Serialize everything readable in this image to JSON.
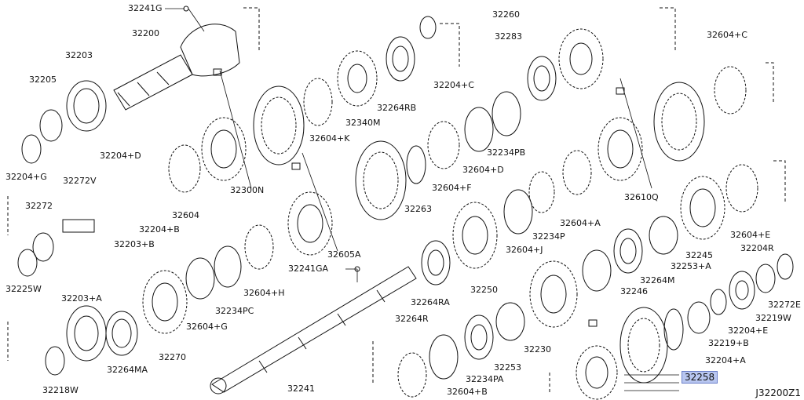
{
  "diagram": {
    "id_code": "J32200Z1",
    "highlighted_part": "32258",
    "labels": [
      {
        "key": "l_32241G",
        "text": "32241G"
      },
      {
        "key": "l_32200",
        "text": "32200"
      },
      {
        "key": "l_32203",
        "text": "32203"
      },
      {
        "key": "l_32205",
        "text": "32205"
      },
      {
        "key": "l_32204G",
        "text": "32204+G"
      },
      {
        "key": "l_32204D",
        "text": "32204+D"
      },
      {
        "key": "l_32272V",
        "text": "32272V"
      },
      {
        "key": "l_32272",
        "text": "32272"
      },
      {
        "key": "l_32203B",
        "text": "32203+B"
      },
      {
        "key": "l_32204B",
        "text": "32204+B"
      },
      {
        "key": "l_32225W",
        "text": "32225W"
      },
      {
        "key": "l_32203A",
        "text": "32203+A"
      },
      {
        "key": "l_32218W",
        "text": "32218W"
      },
      {
        "key": "l_32264MA",
        "text": "32264MA"
      },
      {
        "key": "l_32270",
        "text": "32270"
      },
      {
        "key": "l_32604",
        "text": "32604"
      },
      {
        "key": "l_32300N",
        "text": "32300N"
      },
      {
        "key": "l_32604K",
        "text": "32604+K"
      },
      {
        "key": "l_32340M",
        "text": "32340M"
      },
      {
        "key": "l_32264RB",
        "text": "32264RB"
      },
      {
        "key": "l_32204C",
        "text": "32204+C"
      },
      {
        "key": "l_32260",
        "text": "32260"
      },
      {
        "key": "l_32283",
        "text": "32283"
      },
      {
        "key": "l_32604C",
        "text": "32604+C"
      },
      {
        "key": "l_32234PB",
        "text": "32234PB"
      },
      {
        "key": "l_32604D",
        "text": "32604+D"
      },
      {
        "key": "l_32604F",
        "text": "32604+F"
      },
      {
        "key": "l_32263",
        "text": "32263"
      },
      {
        "key": "l_32605A",
        "text": "32605A"
      },
      {
        "key": "l_32241GA",
        "text": "32241GA"
      },
      {
        "key": "l_32604H",
        "text": "32604+H"
      },
      {
        "key": "l_32234PC",
        "text": "32234PC"
      },
      {
        "key": "l_32604G",
        "text": "32604+G"
      },
      {
        "key": "l_32241",
        "text": "32241"
      },
      {
        "key": "l_32264RA",
        "text": "32264RA"
      },
      {
        "key": "l_32250",
        "text": "32250"
      },
      {
        "key": "l_32234P",
        "text": "32234P"
      },
      {
        "key": "l_32604J",
        "text": "32604+J"
      },
      {
        "key": "l_32604A",
        "text": "32604+A"
      },
      {
        "key": "l_32610Q",
        "text": "32610Q"
      },
      {
        "key": "l_32604E",
        "text": "32604+E"
      },
      {
        "key": "l_32245",
        "text": "32245"
      },
      {
        "key": "l_32253A",
        "text": "32253+A"
      },
      {
        "key": "l_32264M",
        "text": "32264M"
      },
      {
        "key": "l_32204R",
        "text": "32204R"
      },
      {
        "key": "l_32246",
        "text": "32246"
      },
      {
        "key": "l_32272E",
        "text": "32272E"
      },
      {
        "key": "l_32219W",
        "text": "32219W"
      },
      {
        "key": "l_32204E",
        "text": "32204+E"
      },
      {
        "key": "l_32219B",
        "text": "32219+B"
      },
      {
        "key": "l_32204A",
        "text": "32204+A"
      },
      {
        "key": "l_32264R",
        "text": "32264R"
      },
      {
        "key": "l_32230",
        "text": "32230"
      },
      {
        "key": "l_32253",
        "text": "32253"
      },
      {
        "key": "l_32234PA",
        "text": "32234PA"
      },
      {
        "key": "l_32604B",
        "text": "32604+B"
      }
    ]
  }
}
